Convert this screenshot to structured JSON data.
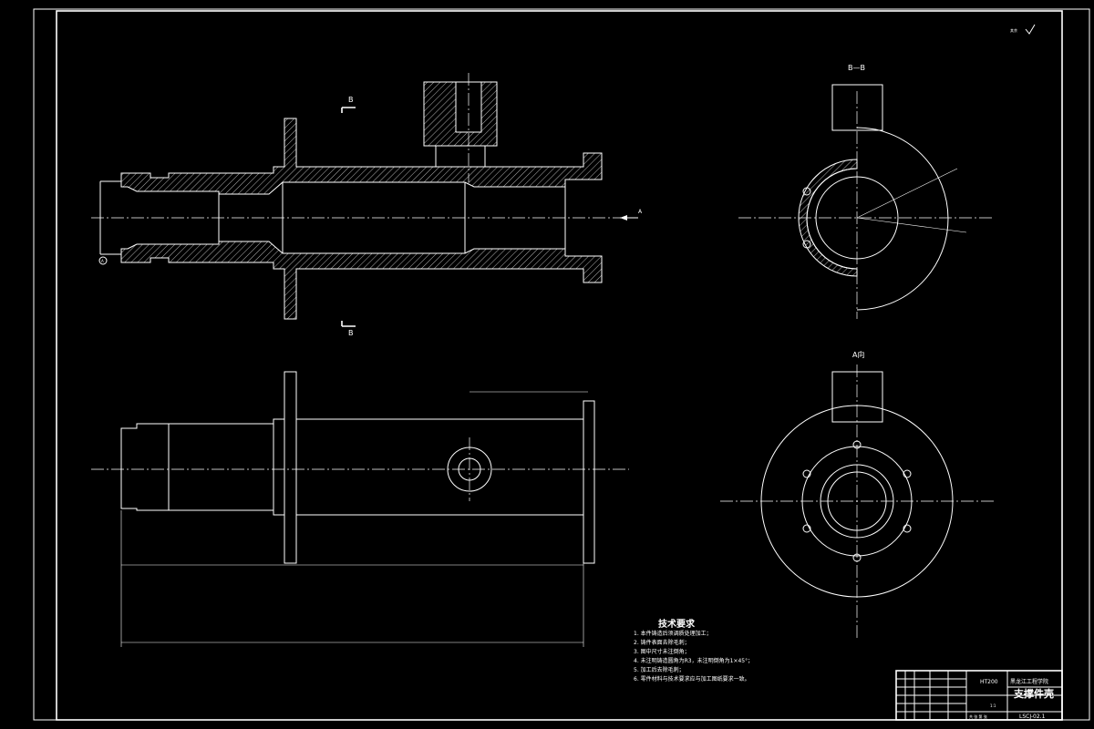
{
  "colors": {
    "background": "#000000",
    "lines": "#ffffff",
    "accent_cyan": "#ffffff"
  },
  "views": {
    "main_section": {
      "cut_marker_top": "B",
      "cut_marker_bottom": "B",
      "axis_arrow_label": "A",
      "datum_label": "A"
    },
    "section_bb": {
      "title": "B—B"
    },
    "view_a": {
      "title": "A向"
    }
  },
  "roughness_note": "其余",
  "technical_requirements": {
    "title": "技术要求",
    "items": [
      "1. 本件铸造后须调质处理加工；",
      "2. 铸件表面去除毛刺；",
      "3. 图中尺寸未注倒角；",
      "4. 未注明铸造圆角为R3，未注明倒角为1×45°；",
      "5. 加工后去除毛刺；",
      "6. 零件材料与技术要求应与加工图纸要求一致。"
    ]
  },
  "title_block": {
    "school": "黑龙江工程学院",
    "part_name": "支撑件壳",
    "material": "HT200",
    "drawing_no": "LSCJ-02.1",
    "scale": "1:1",
    "sheet_label": "共 张 第 张"
  }
}
